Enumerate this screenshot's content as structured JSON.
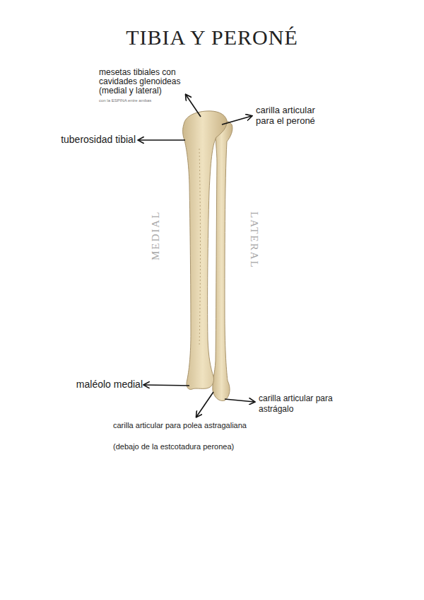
{
  "diagram": {
    "title": "TIBIA Y PERONÉ",
    "labels": [
      "mesetas tibiales con cavidades glenoideas (medial y lateral)",
      "con la ESPINA entre ambas",
      "carilla articular para el peroné",
      "tuberosidad tibial",
      "MEDIAL",
      "LATERAL",
      "maléolo medial",
      "carilla articular para astrágalo",
      "carilla articular para polea astragaliana",
      "(debajo de la estcotadura peronea)"
    ]
  }
}
